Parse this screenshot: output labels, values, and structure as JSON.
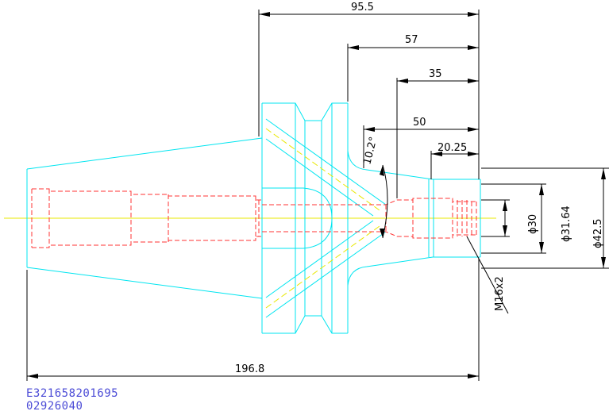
{
  "dimensions": {
    "d95_5": "95.5",
    "d57": "57",
    "d35": "35",
    "d50": "50",
    "d20_25": "20.25",
    "angle": "10.2°",
    "d196_8": "196.8",
    "dia30": "ϕ30",
    "dia31_64": "ϕ31.64",
    "dia42_5": "ϕ42.5",
    "thread": "M16x2"
  },
  "part_code": "E321658201695",
  "part_number": "02926040",
  "colors": {
    "outline": "#00e5f0",
    "hidden": "#ff3333",
    "center": "#e8e800",
    "dimension": "#000000",
    "code_text": "#4b4bd6"
  }
}
